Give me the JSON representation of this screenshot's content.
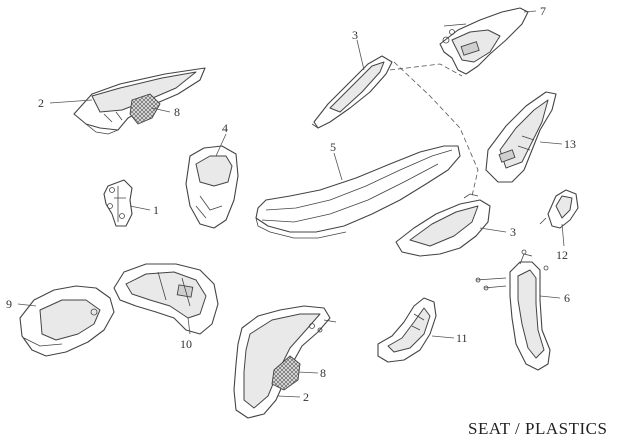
{
  "caption": "SEAT / PLASTICS",
  "callouts": {
    "c2a": "2",
    "c8a": "8",
    "c3a": "3",
    "c7": "7",
    "c4": "4",
    "c5": "5",
    "c13": "13",
    "c1": "1",
    "c3b": "3",
    "c12": "12",
    "c9": "9",
    "c10": "10",
    "c6": "6",
    "c11": "11",
    "c8b": "8",
    "c2b": "2"
  }
}
